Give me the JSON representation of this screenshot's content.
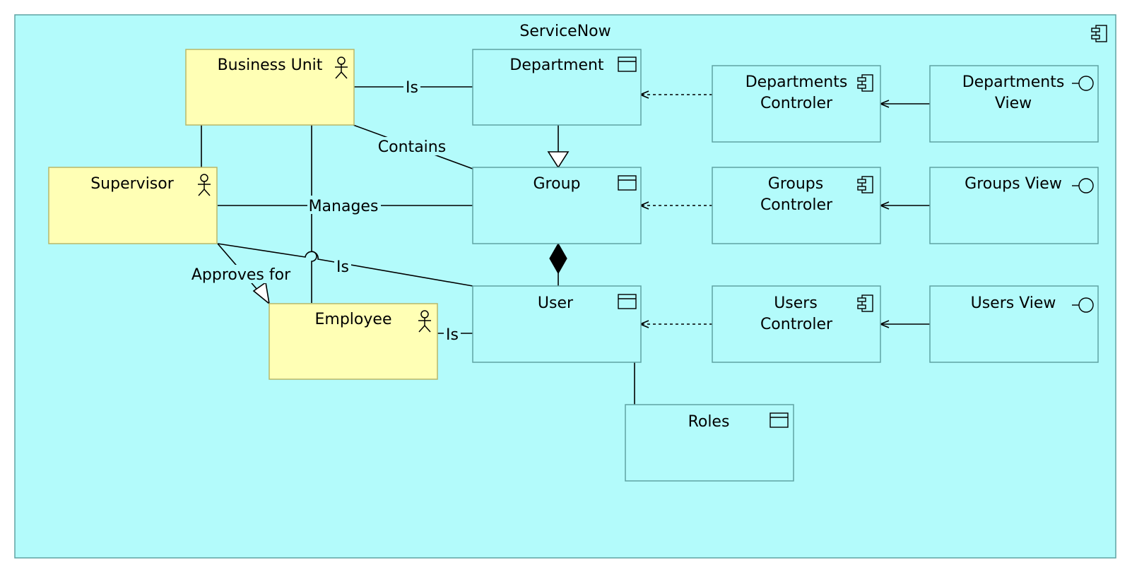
{
  "container": {
    "title": "ServiceNow",
    "fill": "#b3fbfb",
    "stroke": "#5fa3a3"
  },
  "colors": {
    "actor_fill": "#ffffb5",
    "actor_stroke": "#b8b86a",
    "box_fill": "#b3fbfb",
    "box_stroke": "#5fa3a3"
  },
  "actors": {
    "business_unit": {
      "label": "Business Unit",
      "icon": "actor-icon"
    },
    "supervisor": {
      "label": "Supervisor",
      "icon": "actor-icon"
    },
    "employee": {
      "label": "Employee",
      "icon": "actor-icon"
    }
  },
  "objects": {
    "department": {
      "label": "Department",
      "icon": "data-object-icon"
    },
    "group": {
      "label": "Group",
      "icon": "data-object-icon"
    },
    "user": {
      "label": "User",
      "icon": "data-object-icon"
    },
    "roles": {
      "label": "Roles",
      "icon": "data-object-icon"
    }
  },
  "controllers": {
    "departments": {
      "line1": "Departments",
      "line2": "Controler",
      "icon": "component-icon"
    },
    "groups": {
      "line1": "Groups",
      "line2": "Controler",
      "icon": "component-icon"
    },
    "users": {
      "line1": "Users",
      "line2": "Controler",
      "icon": "component-icon"
    }
  },
  "views": {
    "departments": {
      "line1": "Departments",
      "line2": "View",
      "icon": "interface-icon"
    },
    "groups": {
      "line1": "Groups View",
      "icon": "interface-icon"
    },
    "users": {
      "line1": "Users View",
      "icon": "interface-icon"
    }
  },
  "edge_labels": {
    "bu_department": "Is",
    "bu_group": "Contains",
    "supervisor_group": "Manages",
    "supervisor_employee": "Approves for",
    "supervisor_user": "Is",
    "employee_user": "Is"
  }
}
